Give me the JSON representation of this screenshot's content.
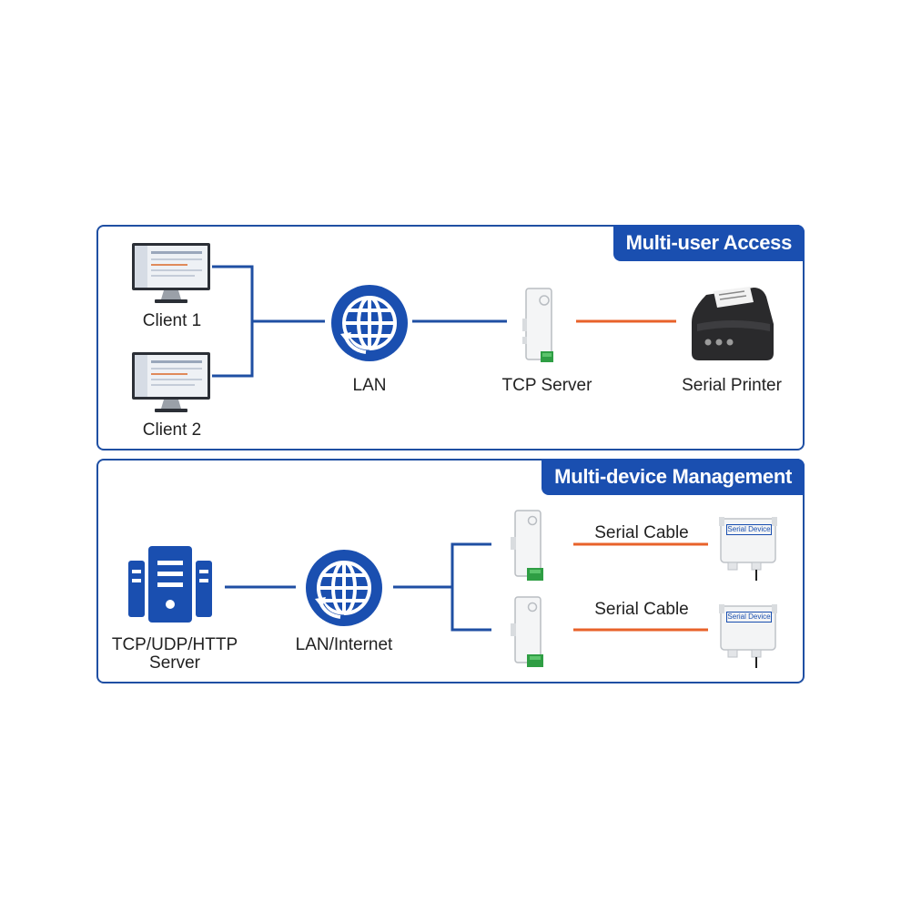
{
  "colors": {
    "brand_blue": "#1a4fb0",
    "link_blue": "#1f4fa3",
    "serial_orange": "#e8622a"
  },
  "panel1": {
    "title": "Multi-user Access",
    "client1": "Client 1",
    "client2": "Client 2",
    "lan": "LAN",
    "tcp_server": "TCP Server",
    "printer": "Serial Printer"
  },
  "panel2": {
    "title": "Multi-device Management",
    "server_line1": "TCP/UDP/HTTP",
    "server_line2": "Server",
    "lan_internet": "LAN/Internet",
    "cable1": "Serial Cable",
    "cable2": "Serial Cable",
    "device_label1": "Serial Device",
    "device_label2": "Serial Device"
  }
}
